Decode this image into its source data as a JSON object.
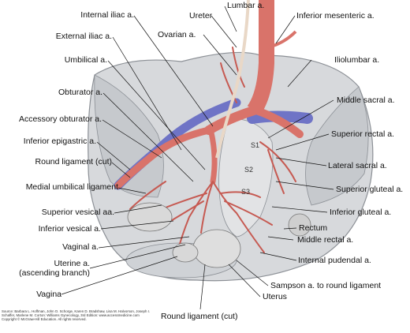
{
  "labels_left": [
    "Internal iliac a.",
    "External iliac a.",
    "Umbilical a.",
    "Obturator a.",
    "Accessory obturator a.",
    "Inferior epigastric a.",
    "Round ligament (cut)",
    "Medial umbilical ligament",
    "Superior vesical aa.",
    "Inferior vesical a.",
    "Vaginal a.",
    "Uterine a.",
    "(ascending branch)",
    "Vagina"
  ],
  "labels_top": [
    "Lumbar a.",
    "Ureter",
    "Ovarian a."
  ],
  "labels_right": [
    "Inferior mesenteric a.",
    "Iliolumbar a.",
    "Middle sacral a.",
    "Superior rectal a.",
    "Lateral sacral a.",
    "Superior gluteal a.",
    "Inferior gluteal a.",
    "Rectum",
    "Middle rectal a.",
    "Internal pudendal a.",
    "Sampson a. to round ligament",
    "Uterus"
  ],
  "labels_bottom": [
    "Round ligament (cut)"
  ],
  "sacral_markers": [
    "S1",
    "S2",
    "S3"
  ],
  "credit_lines": [
    "Source: Barbara L. Hoffman, John O. Schorge, Karen D. Bradshaw, Lisa M. Halvorson, Joseph I.",
    "Schaffer, Marlene M. Corton: Williams Gynecology, 3rd Edition: www.accessmedicine.com",
    "Copyright © McGraw-Hill Education. All rights reserved."
  ],
  "colors": {
    "artery": "#d9736a",
    "artery_dark": "#b84a44",
    "vein": "#6f74c6",
    "bone": "#d7d9dc",
    "bone_shade": "#a9adb2"
  }
}
